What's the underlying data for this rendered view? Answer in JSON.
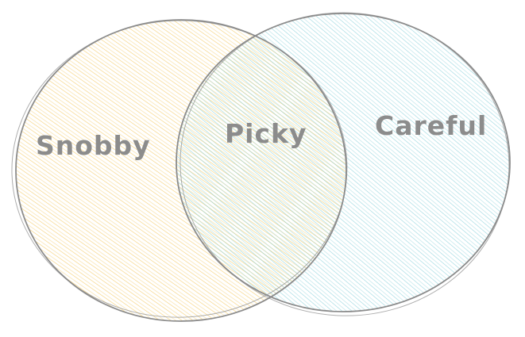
{
  "diagram": {
    "type": "venn",
    "sets": [
      {
        "id": "left",
        "label": "Snobby",
        "color": "#f2c14e"
      },
      {
        "id": "right",
        "label": "Careful",
        "color": "#7ccbd6"
      }
    ],
    "intersection": {
      "label": "Picky"
    },
    "outline_color": "#8c8c8c",
    "label_color": "#8c8c8c",
    "style": "hand-drawn hatched"
  }
}
